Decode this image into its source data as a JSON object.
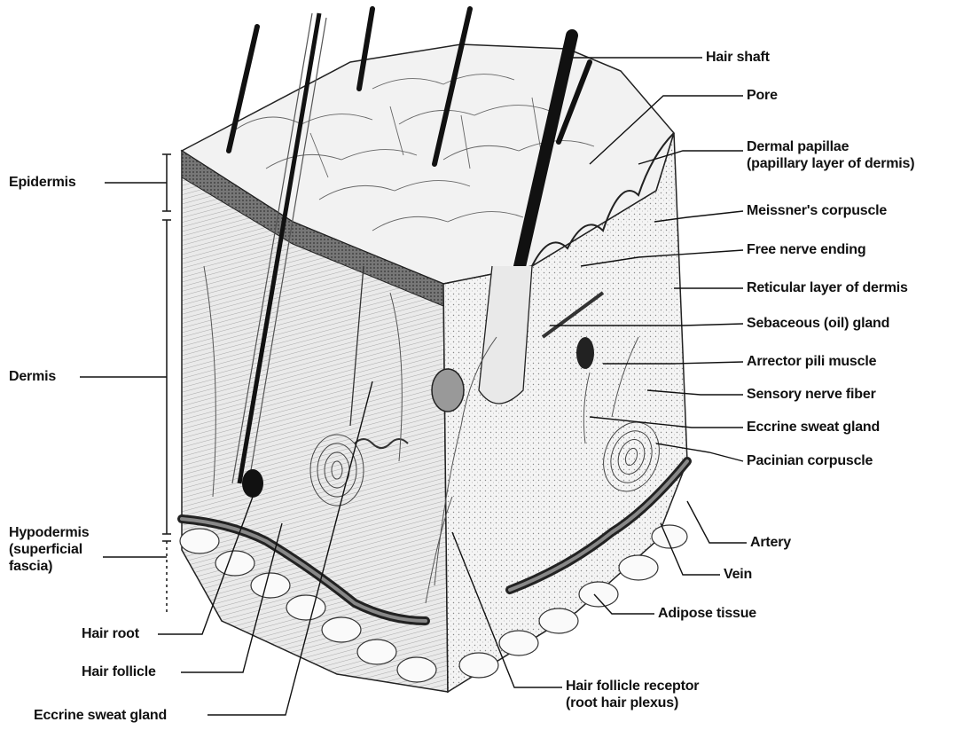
{
  "diagram": {
    "labels_right": {
      "hair_shaft": "Hair shaft",
      "pore": "Pore",
      "dermal_papillae": [
        "Dermal papillae",
        "(papillary layer of dermis)"
      ],
      "meissners_corpuscle": "Meissner's corpuscle",
      "free_nerve_ending": "Free nerve ending",
      "reticular_layer": "Reticular layer of dermis",
      "sebaceous_gland": "Sebaceous (oil) gland",
      "arrector_pili": "Arrector pili muscle",
      "sensory_nerve_fiber": "Sensory nerve fiber",
      "eccrine_sweat_gland_right": "Eccrine sweat gland",
      "pacinian_corpuscle": "Pacinian corpuscle",
      "artery": "Artery",
      "vein": "Vein",
      "adipose_tissue": "Adipose tissue"
    },
    "labels_left": {
      "epidermis": "Epidermis",
      "dermis": "Dermis",
      "hypodermis": [
        "Hypodermis",
        "(superficial",
        "fascia)"
      ]
    },
    "labels_bottom": {
      "hair_root": "Hair root",
      "hair_follicle": "Hair follicle",
      "eccrine_sweat_gland_bottom": "Eccrine sweat gland",
      "hair_follicle_receptor": [
        "Hair follicle receptor",
        "(root hair plexus)"
      ]
    }
  }
}
